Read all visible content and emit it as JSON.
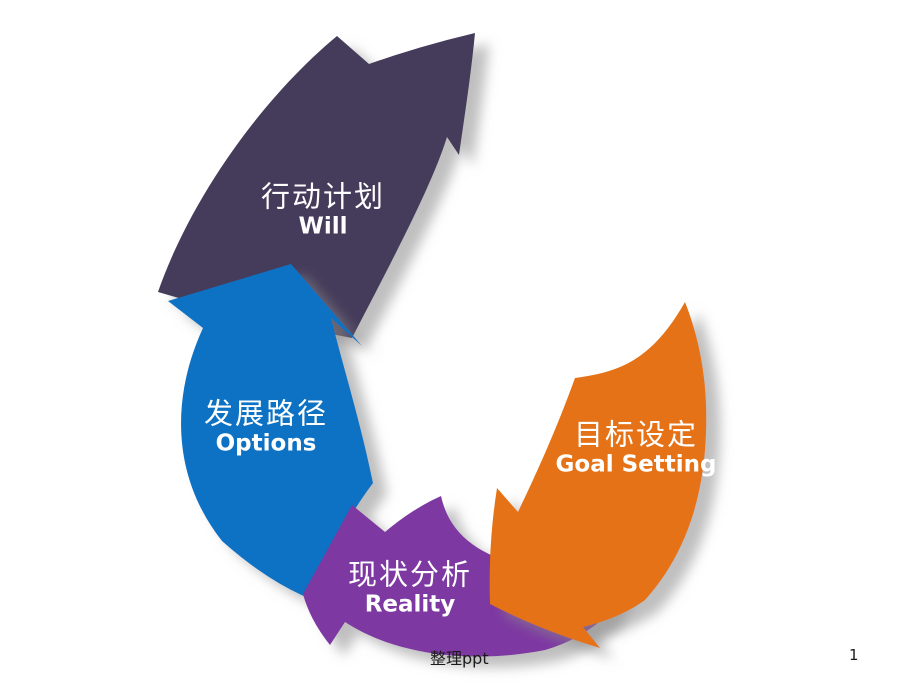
{
  "diagram": {
    "type": "cycle-arrows",
    "steps": [
      {
        "key": "will",
        "label_zh": "行动计划",
        "label_en": "Will",
        "color": "#453a5a"
      },
      {
        "key": "options",
        "label_zh": "发展路径",
        "label_en": "Options",
        "color": "#1172c4"
      },
      {
        "key": "reality",
        "label_zh": "现状分析",
        "label_en": "Reality",
        "color": "#7d37a2"
      },
      {
        "key": "goal-setting",
        "label_zh": "目标设定",
        "label_en": "Goal Setting",
        "color": "#e57212"
      }
    ]
  },
  "footer": {
    "note": "整理ppt",
    "page_number": "1"
  },
  "colors": {
    "background": "#ffffff",
    "shadow": "#8a8a8a",
    "label_text": "#ffffff",
    "footer_text": "#1a1a1a"
  }
}
